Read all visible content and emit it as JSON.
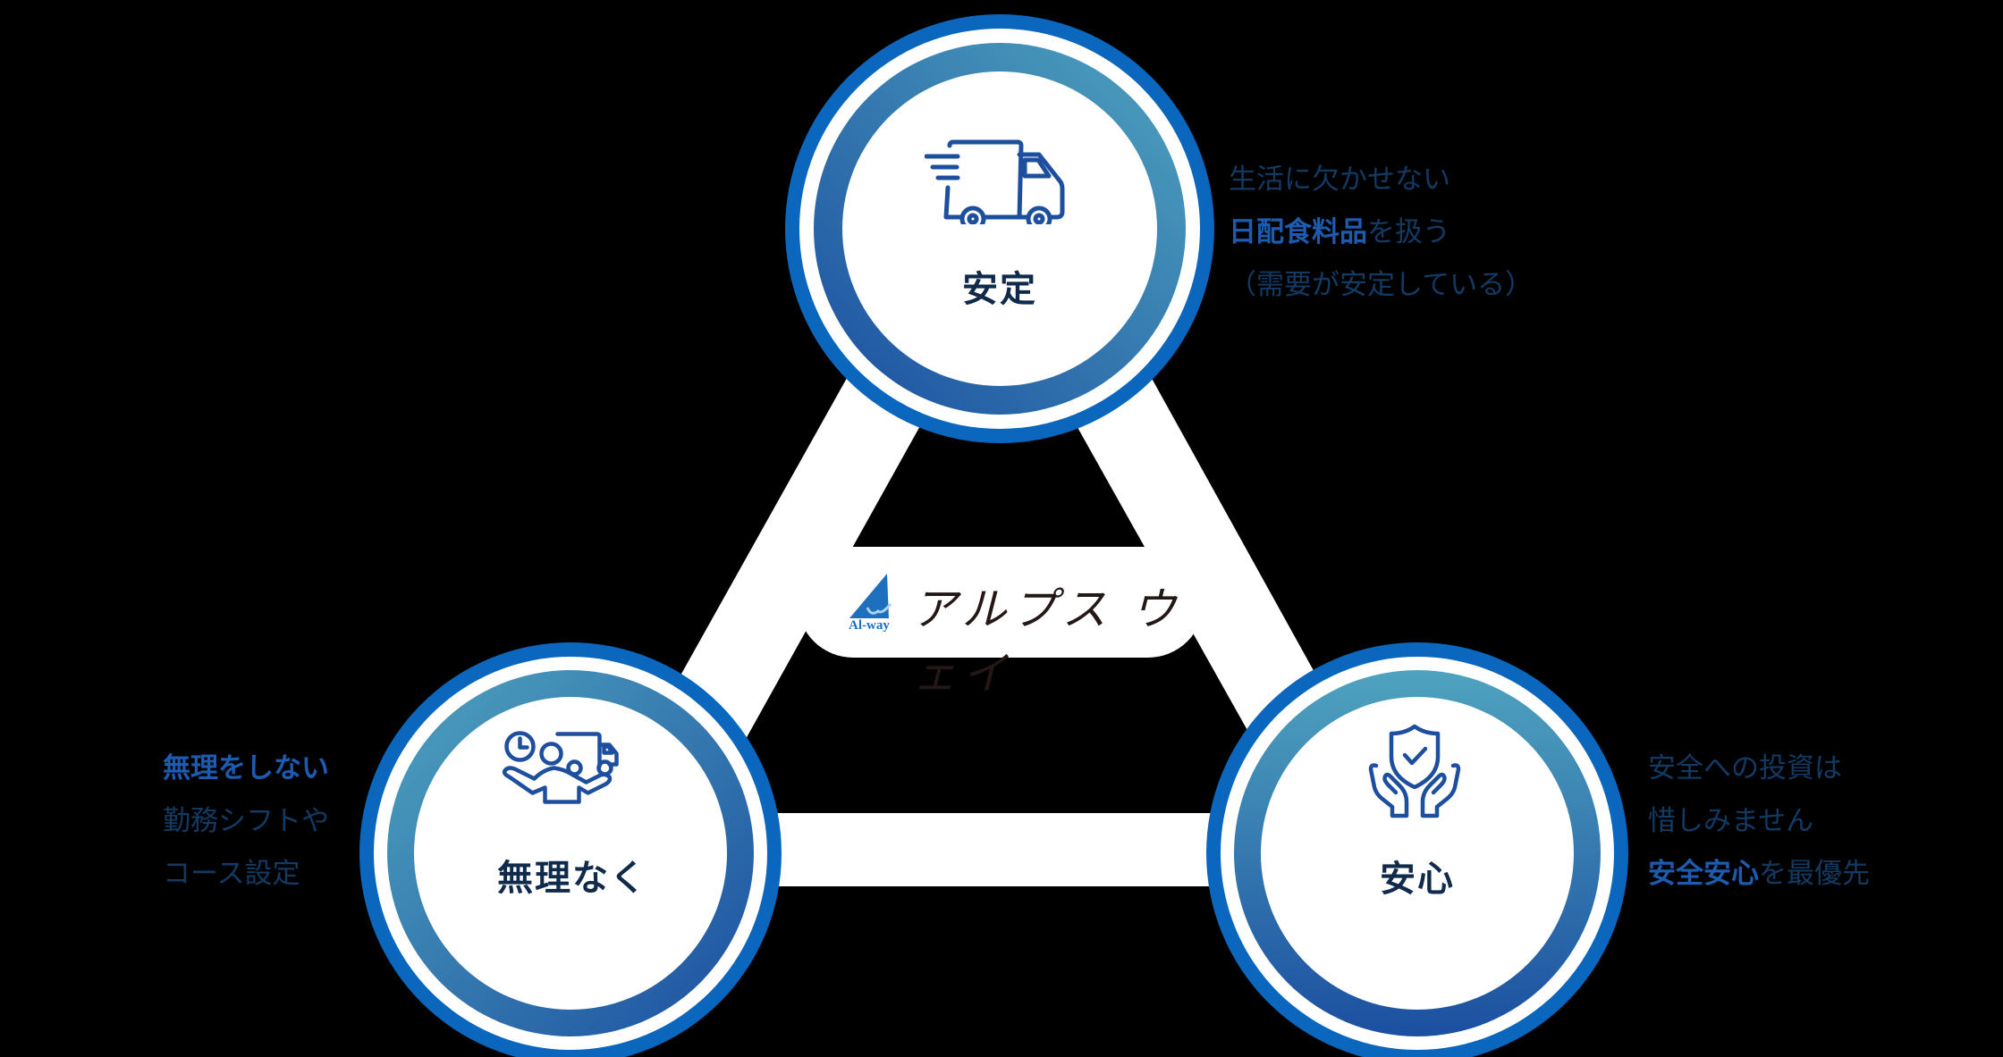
{
  "diagram": {
    "title": "アルプス ウェイ",
    "logo": {
      "mark_text": "Al-way",
      "name": "アルプス ウェイ"
    },
    "colors": {
      "outer_ring": "#0a67bd",
      "ring_gradient_light": "#4fa3bf",
      "ring_gradient_dark": "#1b4fa0",
      "text_dark": "#0f2a4a",
      "text_desc": "#123a63",
      "highlight": "#1d5bb0",
      "icon_stroke": "#1d4f9e"
    },
    "nodes": [
      {
        "id": "top",
        "label": "安定",
        "icon": "delivery-truck-icon"
      },
      {
        "id": "bottom-left",
        "label": "無理なく",
        "icon": "person-clock-truck-icon"
      },
      {
        "id": "bottom-right",
        "label": "安心",
        "icon": "shield-check-hands-icon"
      }
    ],
    "descriptions": {
      "top": {
        "line1": "生活に欠かせない",
        "line2_highlight": "日配食料品",
        "line2_rest": "を扱う",
        "line3": "（需要が安定している）"
      },
      "bottom_left": {
        "line1_highlight": "無理をしない",
        "line2": "勤務シフトや",
        "line3": "コース設定"
      },
      "bottom_right": {
        "line1": "安全への投資は",
        "line2": "惜しみません",
        "line3_highlight": "安全安心",
        "line3_rest": "を最優先"
      }
    }
  }
}
